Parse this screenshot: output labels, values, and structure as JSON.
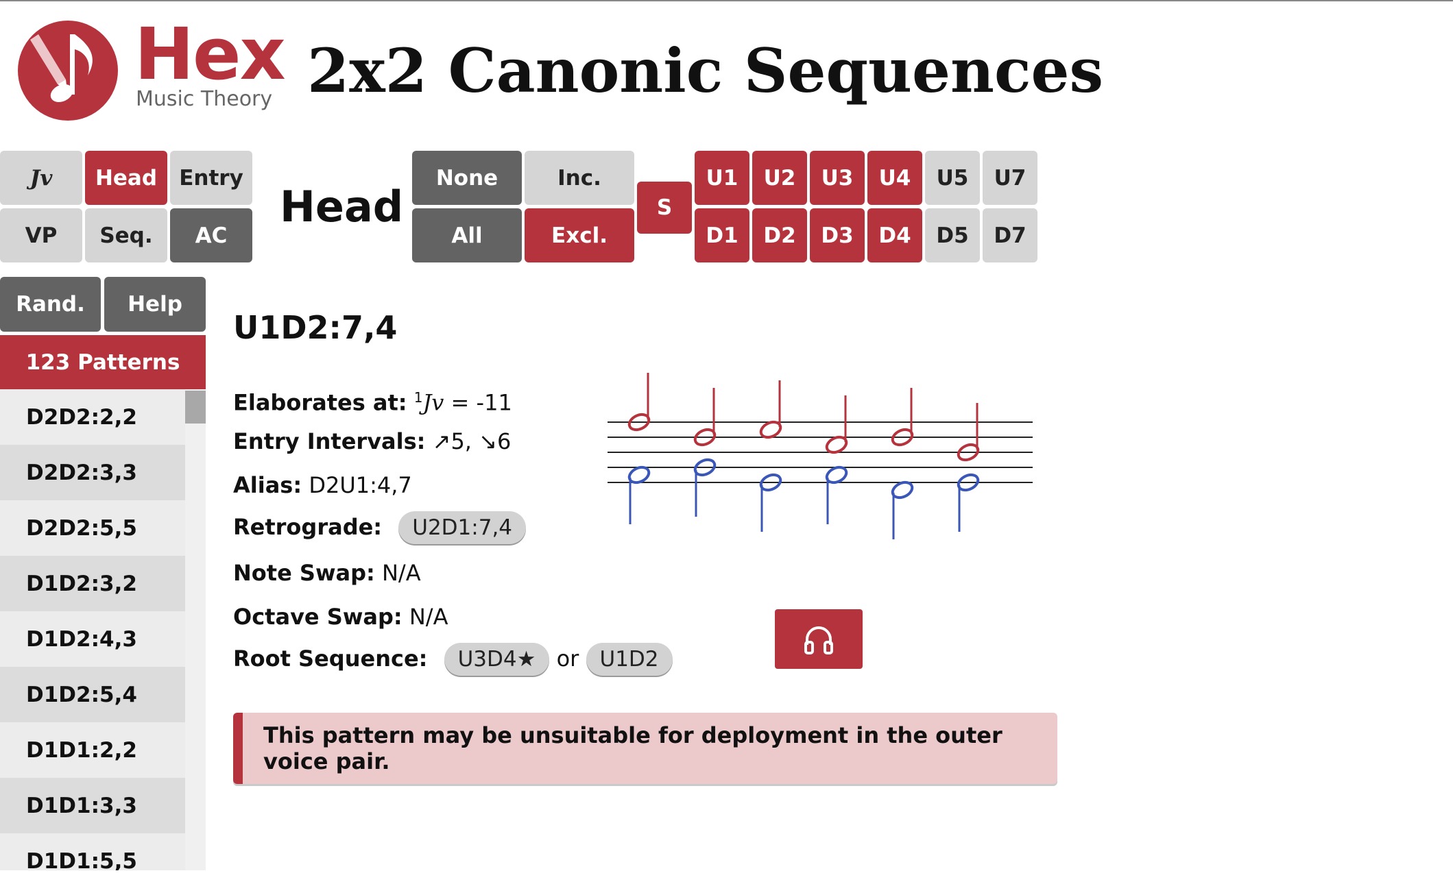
{
  "header": {
    "logo_main": "Hex",
    "logo_sub": "Music Theory",
    "page_title": "2x2 Canonic Sequences"
  },
  "nav": {
    "jv": "Jv",
    "head": "Head",
    "entry": "Entry",
    "vp": "VP",
    "seq": "Seq.",
    "ac": "AC"
  },
  "mode_label": "Head",
  "filters": {
    "none": "None",
    "inc": "Inc.",
    "all": "All",
    "excl": "Excl.",
    "s": "S",
    "up": [
      "U1",
      "U2",
      "U3",
      "U4",
      "U5",
      "U7"
    ],
    "down": [
      "D1",
      "D2",
      "D3",
      "D4",
      "D5",
      "D7"
    ],
    "selected": [
      "U1",
      "U2",
      "U3",
      "U4",
      "D1",
      "D2",
      "D3",
      "D4"
    ]
  },
  "sidebar": {
    "rand": "Rand.",
    "help": "Help",
    "count": "123 Patterns",
    "items": [
      "D2D2:2,2",
      "D2D2:3,3",
      "D2D2:5,5",
      "D1D2:3,2",
      "D1D2:4,3",
      "D1D2:5,4",
      "D1D1:2,2",
      "D1D1:3,3",
      "D1D1:5,5"
    ]
  },
  "pattern": {
    "title": "U1D2:7,4",
    "elaborates_label": "Elaborates at:",
    "elaborates_sup": "1",
    "elaborates_jv": "Jv",
    "elaborates_value": "= -11",
    "entry_label": "Entry Intervals:",
    "entry_value": "↗5, ↘6",
    "alias_label": "Alias:",
    "alias_value": "D2U1:4,7",
    "retro_label": "Retrograde:",
    "retro_value": "U2D1:7,4",
    "noteswap_label": "Note Swap:",
    "noteswap_value": "N/A",
    "octswap_label": "Octave Swap:",
    "octswap_value": "N/A",
    "root_label": "Root Sequence:",
    "root_value_1": "U3D4★",
    "root_or": "or",
    "root_value_2": "U1D2"
  },
  "warning": "This pattern may be unsuitable for deployment in the outer voice pair.",
  "icons": {
    "logo": "music-note-pencil-icon",
    "listen": "headphones-icon"
  },
  "colors": {
    "brand_red": "#b5333c",
    "dark_gray": "#636363",
    "light_gray": "#d5d5d5",
    "upper_voice": "#b5333c",
    "lower_voice": "#3a57b8",
    "warning_bg": "#ecc9cb"
  }
}
